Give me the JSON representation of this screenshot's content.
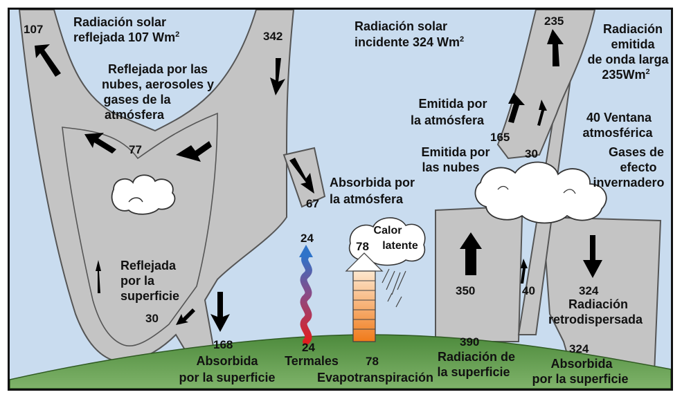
{
  "title_top_left": {
    "line1": "Radiación solar",
    "line2": "reflejada 107 Wm",
    "sup": "2"
  },
  "title_top_center": {
    "line1": "Radiación solar",
    "line2": "incidente 324 Wm",
    "sup": "2"
  },
  "title_top_right": {
    "line1": "Radiación",
    "line2": "emitida",
    "line3": "de onda larga",
    "line4": "235Wm",
    "sup": "2"
  },
  "reflected_clouds": [
    "Reflejada por las",
    "nubes, aerosoles y",
    "gases de la",
    "atmósfera"
  ],
  "emitted_atmosphere": [
    "Emitida por",
    "la atmósfera"
  ],
  "emitted_clouds": [
    "Emitida por",
    "las nubes"
  ],
  "window": [
    "40 Ventana",
    "atmosférica"
  ],
  "greenhouse": [
    "Gases de",
    "efecto",
    "invernadero"
  ],
  "absorbed_atmosphere": [
    "Absorbida por",
    "la atmósfera"
  ],
  "latent_heat": [
    "Calor",
    "latente"
  ],
  "reflected_surface": [
    "Reflejada",
    "por la",
    "superficie"
  ],
  "back_radiation": [
    "Radiación",
    "retrodispersada"
  ],
  "surface_absorbed_left": [
    "Absorbida",
    "por la superficie"
  ],
  "thermals": "Termales",
  "evapotranspiration": "Evapotranspiración",
  "surface_radiation": [
    "Radiación de",
    "la superficie"
  ],
  "surface_absorbed_right": [
    "Absorbida",
    "por la superficie"
  ],
  "values": {
    "v107": "107",
    "v342": "342",
    "v235": "235",
    "v77": "77",
    "v67": "67",
    "v165": "165",
    "v30a": "30",
    "v24top": "24",
    "v78cloud": "78",
    "v350": "350",
    "v40": "40",
    "v324a": "324",
    "v30b": "30",
    "v168": "168",
    "v24": "24",
    "v78": "78",
    "v390": "390",
    "v324b": "324"
  },
  "colors": {
    "sky": "#c9dcef",
    "band": "#c4c4c4",
    "ground": "#5f9a4c",
    "thermal_hot": "#e11f1f",
    "thermal_cool": "#2e73c9",
    "latent": "#f08a2c"
  }
}
